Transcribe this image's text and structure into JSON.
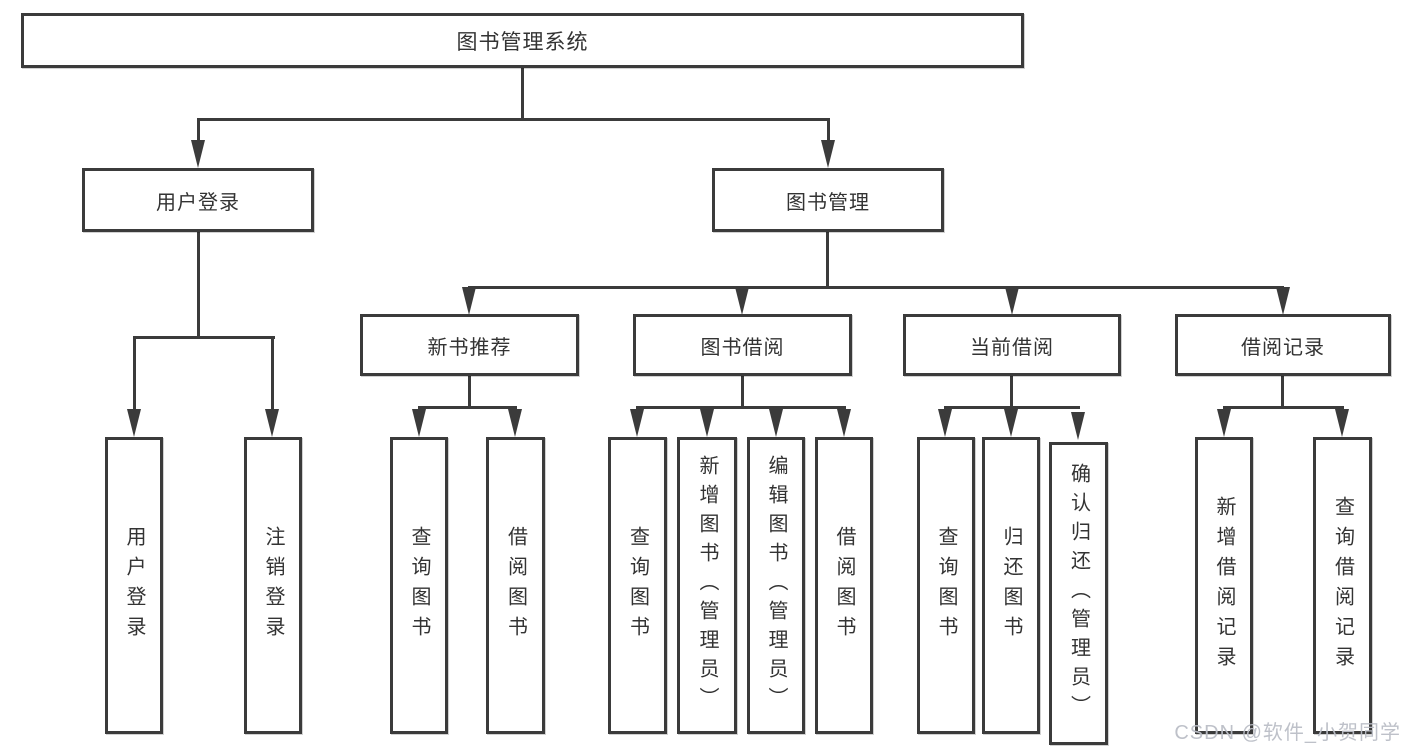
{
  "diagram": {
    "root": {
      "label": "图书管理系统"
    },
    "branches": [
      {
        "label": "用户登录",
        "children": [
          {
            "label": "用户登录"
          },
          {
            "label": "注销登录"
          }
        ]
      },
      {
        "label": "图书管理",
        "children": [
          {
            "label": "新书推荐",
            "children": [
              {
                "label": "查询图书"
              },
              {
                "label": "借阅图书"
              }
            ]
          },
          {
            "label": "图书借阅",
            "children": [
              {
                "label": "查询图书"
              },
              {
                "label": "新增图书（管理员）"
              },
              {
                "label": "编辑图书（管理员）"
              },
              {
                "label": "借阅图书"
              }
            ]
          },
          {
            "label": "当前借阅",
            "children": [
              {
                "label": "查询图书"
              },
              {
                "label": "归还图书"
              },
              {
                "label": "确认归还（管理员）"
              }
            ]
          },
          {
            "label": "借阅记录",
            "children": [
              {
                "label": "新增借阅记录"
              },
              {
                "label": "查询借阅记录"
              }
            ]
          }
        ]
      }
    ]
  },
  "watermark": {
    "text": "CSDN @软件_小贺同学"
  },
  "colors": {
    "line": "#3b3b3b",
    "text": "#333333",
    "watermark": "#babec6",
    "background": "#ffffff"
  }
}
